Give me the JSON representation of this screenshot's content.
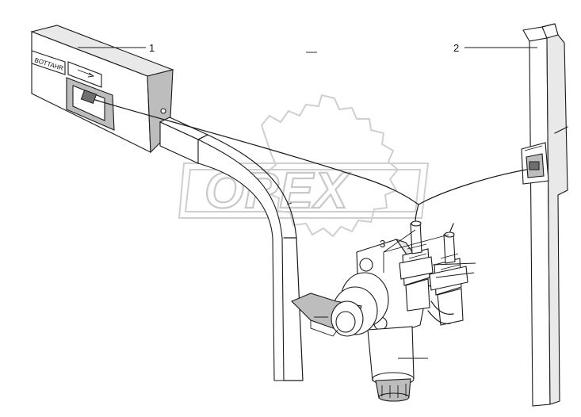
{
  "watermark": {
    "text": "OPEX"
  },
  "callouts": [
    {
      "label": "1"
    },
    {
      "label": "2"
    },
    {
      "label": "3"
    }
  ],
  "switch_panel": {
    "text": "BOTTAHR"
  }
}
